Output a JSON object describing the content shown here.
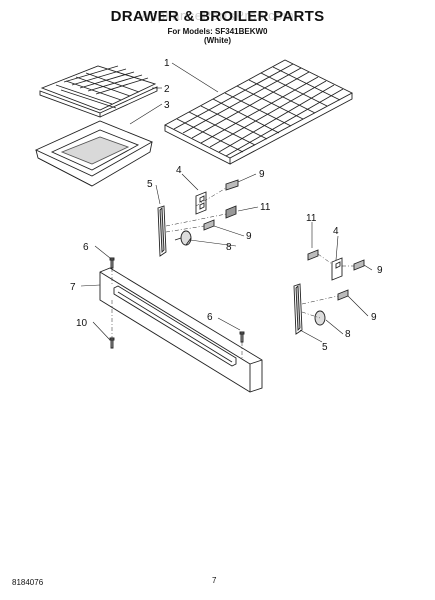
{
  "header": {
    "title": "DRAWER & BROILER PARTS",
    "watermark": "AppliancePartsPros.com",
    "models_line": "For Models: SF341BEKW0",
    "color_line": "(White)"
  },
  "callouts": {
    "rack": "1",
    "broiler_grid": "2",
    "broiler_pan": "3",
    "bracket_left": "4",
    "bracket_right": "4",
    "slide_left": "5",
    "slide_right": "5",
    "screw_top_left": "6",
    "screw_right": "6",
    "drawer_panel": "7",
    "roller_left": "8",
    "roller_right": "8",
    "screw_9_a": "9",
    "screw_9_b": "9",
    "screw_9_c": "9",
    "screw_9_d": "9",
    "screw_bottom_left": "10",
    "nut_left": "11",
    "nut_right": "11"
  },
  "footer": {
    "doc_number": "8184076",
    "page_number": "7"
  }
}
